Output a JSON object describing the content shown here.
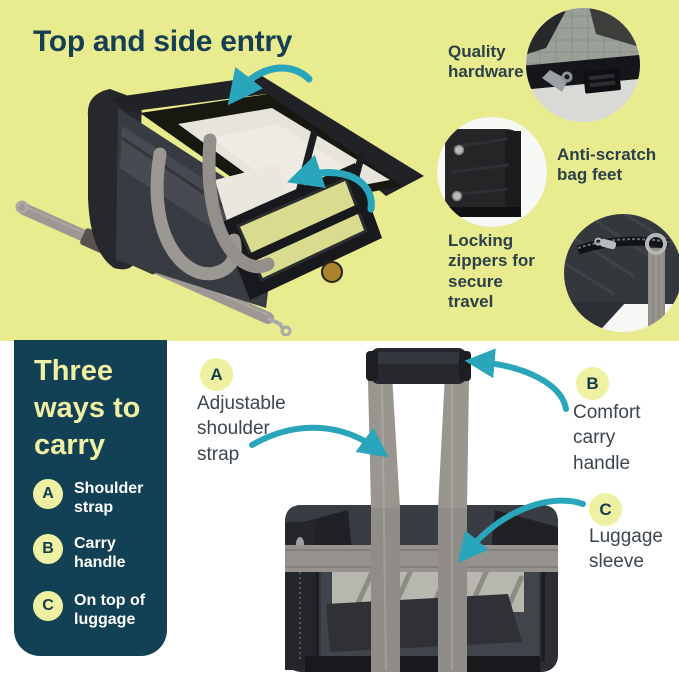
{
  "colors": {
    "background_top": "#e9eb8f",
    "background_bottom": "#ffffff",
    "panel_navy": "#124155",
    "accent_teal": "#29a6bb",
    "badge_yellow": "#eef0a2",
    "heading_navy": "#173f54",
    "feature_text": "#2b4048",
    "callout_text": "#3c464d",
    "panel_heading_yellow": "#f1f0a2",
    "panel_item_text": "#ffffff"
  },
  "top_section": {
    "title": "Top and side entry",
    "features": [
      {
        "label": "Quality hardware"
      },
      {
        "label": "Anti-scratch bag feet"
      },
      {
        "label": "Locking zippers for secure travel"
      }
    ]
  },
  "bottom_section": {
    "panel": {
      "heading": "Three ways to carry",
      "items": [
        {
          "letter": "A",
          "label": "Shoulder strap"
        },
        {
          "letter": "B",
          "label": "Carry handle"
        },
        {
          "letter": "C",
          "label": "On top of luggage"
        }
      ]
    },
    "callouts": [
      {
        "letter": "A",
        "label": "Adjustable shoulder strap"
      },
      {
        "letter": "B",
        "label": "Comfort carry handle"
      },
      {
        "letter": "C",
        "label": "Luggage sleeve"
      }
    ]
  }
}
